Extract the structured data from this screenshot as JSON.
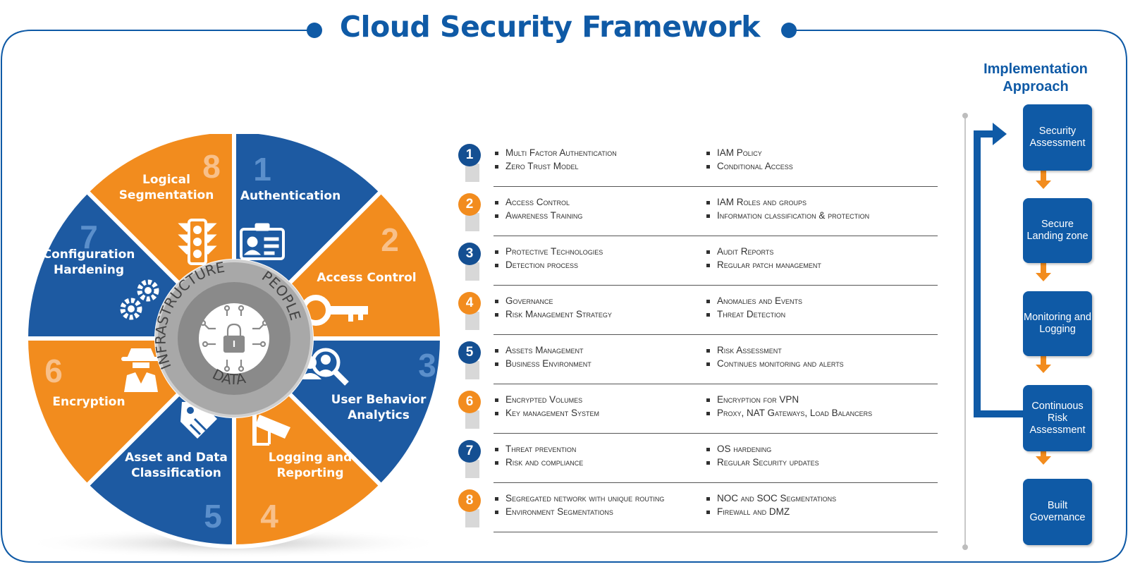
{
  "title": "Cloud Security Framework",
  "colors": {
    "blue": "#1d5aa2",
    "orange": "#f28c1e",
    "accent": "#0f5aa6"
  },
  "wheel": {
    "center_labels": [
      "INFRASTRUCTURE",
      "PEOPLE",
      "DATA"
    ],
    "center_icon": "lock-circuit-icon",
    "segments": [
      {
        "num": "1",
        "label": "Authentication",
        "icon": "id-card-icon",
        "color": "blue"
      },
      {
        "num": "2",
        "label": "Access Control",
        "icon": "key-icon",
        "color": "orange"
      },
      {
        "num": "3",
        "label_lines": [
          "User Behavior",
          "Analytics"
        ],
        "icon": "user-search-icon",
        "color": "blue"
      },
      {
        "num": "4",
        "label_lines": [
          "Logging and",
          "Reporting"
        ],
        "icon": "security-camera-icon",
        "color": "orange"
      },
      {
        "num": "5",
        "label_lines": [
          "Asset and Data",
          "Classification"
        ],
        "icon": "tag-icon",
        "color": "blue"
      },
      {
        "num": "6",
        "label": "Encryption",
        "icon": "spy-icon",
        "color": "orange"
      },
      {
        "num": "7",
        "label_lines": [
          "Configuration",
          "Hardening"
        ],
        "icon": "gears-icon",
        "color": "blue"
      },
      {
        "num": "8",
        "label_lines": [
          "Logical",
          "Segmentation"
        ],
        "icon": "traffic-light-icon",
        "color": "orange"
      }
    ]
  },
  "controls": [
    {
      "num": "1",
      "left": [
        "Multi Factor Authentication",
        "Zero Trust Model"
      ],
      "right": [
        "IAM Policy",
        "Conditional Access"
      ]
    },
    {
      "num": "2",
      "left": [
        "Access Control",
        "Awareness Training"
      ],
      "right": [
        "IAM Roles and groups",
        "Information classification & protection"
      ]
    },
    {
      "num": "3",
      "left": [
        "Protective Technologies",
        "Detection process"
      ],
      "right": [
        "Audit Reports",
        "Regular patch management"
      ]
    },
    {
      "num": "4",
      "left": [
        "Governance",
        "Risk Management Strategy"
      ],
      "right": [
        "Anomalies and Events",
        "Threat Detection"
      ]
    },
    {
      "num": "5",
      "left": [
        "Assets Management",
        "Business Environment"
      ],
      "right": [
        "Risk Assessment",
        "Continues monitoring and alerts"
      ]
    },
    {
      "num": "6",
      "left": [
        "Encrypted Volumes",
        "Key management System"
      ],
      "right": [
        "Encryption for VPN",
        "Proxy, NAT Gateways, Load Balancers"
      ]
    },
    {
      "num": "7",
      "left": [
        "Threat prevention",
        "Risk and compliance"
      ],
      "right": [
        "OS hardening",
        "Regular Security updates"
      ]
    },
    {
      "num": "8",
      "left": [
        "Segregated network with unique routing",
        "Environment Segmentations"
      ],
      "right": [
        "NOC and SOC Segmentations",
        "Firewall and DMZ"
      ]
    }
  ],
  "implementation": {
    "title": "Implementation Approach",
    "steps": [
      "Security Assessment",
      "Secure Landing zone",
      "Monitoring and Logging",
      "Continuous Risk Assessment",
      "Built Governance"
    ]
  }
}
